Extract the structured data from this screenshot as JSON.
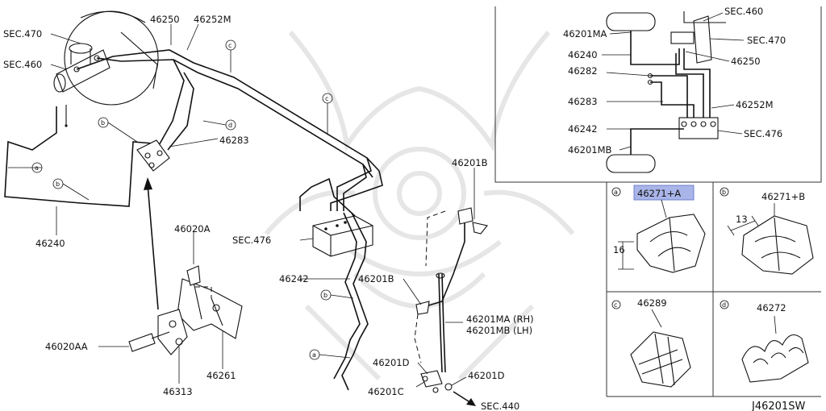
{
  "diagram_code": "J46201SW",
  "highlight_color": "#a9b4e8",
  "labels": {
    "sec470_main": "SEC.470",
    "sec460_main": "SEC.460",
    "p46250": "46250",
    "p46252m": "46252M",
    "p46283": "46283",
    "sec476_main": "SEC.476",
    "p46240": "46240",
    "p46020a": "46020A",
    "p46020aa": "46020AA",
    "p46313": "46313",
    "p46261": "46261",
    "p46242": "46242",
    "p46201b_top": "46201B",
    "p46201b_mid": "46201B",
    "p46201ma": "46201MA (RH)",
    "p46201mb": "46201MB (LH)",
    "p46201d_left": "46201D",
    "p46201d_right": "46201D",
    "p46201c": "46201C",
    "sec440": "SEC.440"
  },
  "markers": {
    "a": "a",
    "b": "b",
    "c": "c",
    "d": "d"
  },
  "inset": {
    "sec460": "SEC.460",
    "sec470": "SEC.470",
    "p46201ma": "46201MA",
    "p46240": "46240",
    "p46250": "46250",
    "p46282": "46282",
    "p46283": "46283",
    "p46252m": "46252M",
    "p46242": "46242",
    "sec476": "SEC.476",
    "p46201mb": "46201MB"
  },
  "clips": {
    "a_part": "46271+A",
    "a_dim": "16",
    "b_part": "46271+B",
    "b_dim": "13",
    "c_part": "46289",
    "d_part": "46272"
  }
}
